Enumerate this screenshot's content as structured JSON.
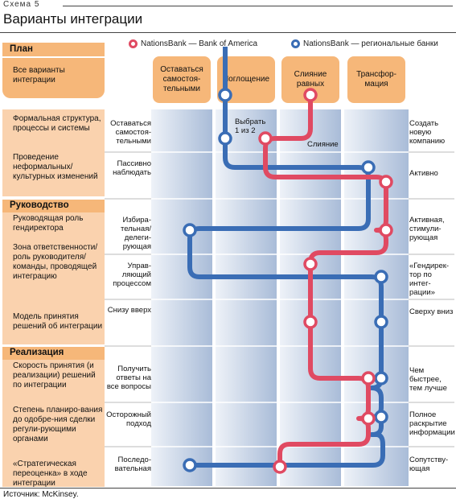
{
  "header": {
    "schema_label": "Схема 5",
    "title": "Варианты интеграции"
  },
  "legend": {
    "red": {
      "label": "NationsBank — Bank of America",
      "color": "#e04a62"
    },
    "blue": {
      "label": "NationsBank — региональные банки",
      "color": "#3a6db5"
    }
  },
  "columns": [
    "Оставаться самостоя-тельными",
    "Поглощение",
    "Слияние равных",
    "Трансфор-мация"
  ],
  "sections": {
    "plan": {
      "title": "План",
      "items": [
        "Все варианты интеграции",
        "Формальная структура, процессы и системы",
        "Проведение неформальных/ культурных изменений"
      ]
    },
    "leadership": {
      "title": "Руководство",
      "items": [
        "Руководящая роль гендиректора",
        "Зона ответственности/ роль руководителя/ команды, проводящей интеграцию",
        "Модель принятия решений об интеграции"
      ]
    },
    "implementation": {
      "title": "Реализация",
      "items": [
        "Скорость принятия (и реализации) решений по интеграции",
        "Степень планиро-вания до одобре-ния сделки регули-рующими органами",
        "«Стратегическая переоценка» в ходе интеграции"
      ]
    }
  },
  "row_labels": [
    "Оставаться самостоя-тельными",
    "Пассивно наблюдать",
    "Избира-тельная/ делеги-рующая",
    "Управ-ляющий процессом",
    "Снизу вверх",
    "Получить ответы на все вопросы",
    "Осторожный подход",
    "Последо-вательная"
  ],
  "right_labels": [
    "Создать новую компанию",
    "Активно",
    "Активная, стимули-рующая",
    "«Гендирек-тор по интег-рации»",
    "Сверху вниз",
    "Чем быстрее, тем лучше",
    "Полное раскрытие информации",
    "Сопутству-ющая"
  ],
  "notes": {
    "choose": "Выбрать 1 из 2",
    "merge": "Слияние"
  },
  "footer": {
    "source": "Источник: McKinsey."
  },
  "colors": {
    "orange": "#f6b779",
    "light_orange": "#fad2ae",
    "band_light": "#e8eef6",
    "band_dark": "#9fb4d4"
  }
}
